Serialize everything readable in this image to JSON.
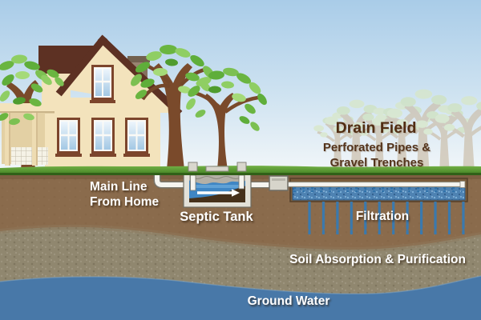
{
  "diagram": {
    "drain_field": {
      "title": "Drain Field",
      "subtitle_line1": "Perforated Pipes &",
      "subtitle_line2": "Gravel Trenches"
    },
    "labels": {
      "main_line_line1": "Main Line",
      "main_line_line2": "From Home",
      "septic_tank": "Septic Tank",
      "filtration": "Filtration",
      "soil_absorption": "Soil Absorption & Purification",
      "ground_water": "Ground Water"
    },
    "colors": {
      "sky_top": "#a9cce8",
      "sky_bottom": "#f3f7f9",
      "grass": "#569a2e",
      "grass_dark": "#2d5a16",
      "topsoil": "#8a6b4c",
      "subsoil": "#90876f",
      "ground_water": "#4878a8",
      "tank_water": "#3f86c4",
      "tank_scum": "#b4b0a6",
      "tank_sludge": "#46311b",
      "pipe": "#f5f4ef",
      "gravel": "#4e82b2",
      "drip_blue": "#2f72aa",
      "filtration_line": "#3a79ae",
      "distribution_box": "#d7d5cb",
      "house_wall": "#f3e3bc",
      "roof": "#5d3123",
      "window_frame": "#7c452c",
      "trunk": "#7a4a2b",
      "leaf_green": "#68b13e",
      "leaf_light": "#9bd36d",
      "ghost_tree": "#ccc0ad",
      "ghost_leaf": "#d8e7c6",
      "label_white": "#ffffff",
      "label_brown": "#512d13"
    }
  }
}
